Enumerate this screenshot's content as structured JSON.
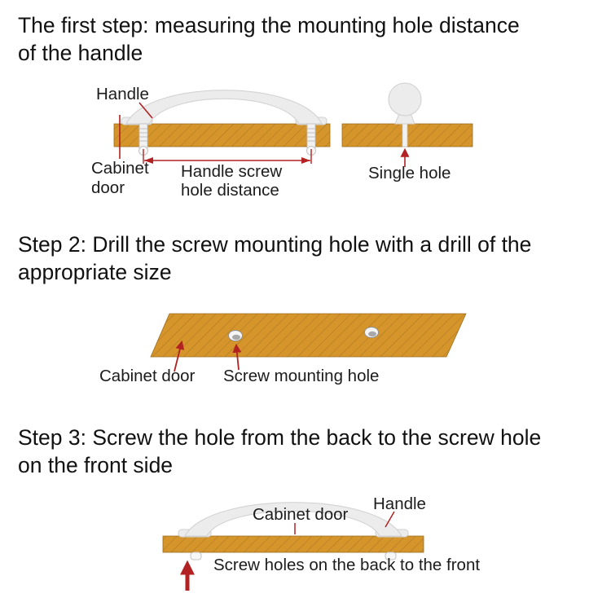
{
  "colors": {
    "wood": "#d6952b",
    "hatch": "#7c5a1e",
    "metal": "#ececec",
    "accent_red": "#b22222",
    "text": "#1c1c1c"
  },
  "steps": [
    {
      "title_lines": [
        "The first step: measuring the mounting hole distance",
        "of the handle"
      ],
      "labels": {
        "handle": "Handle",
        "cabinet_door_line1": "Cabinet",
        "cabinet_door_line2": "door",
        "screw_distance_line1": "Handle screw",
        "screw_distance_line2": "hole distance",
        "single_hole": "Single hole"
      }
    },
    {
      "title_lines": [
        "Step 2: Drill the screw mounting hole with a drill of the",
        "appropriate size"
      ],
      "labels": {
        "cabinet_door": "Cabinet door",
        "screw_mounting_hole": "Screw mounting hole"
      }
    },
    {
      "title_lines": [
        "Step 3: Screw the hole from the back to the screw hole",
        "on the front side"
      ],
      "labels": {
        "cabinet_door": "Cabinet door",
        "handle": "Handle",
        "screw_back_front": "Screw holes on the back to the front"
      }
    }
  ]
}
